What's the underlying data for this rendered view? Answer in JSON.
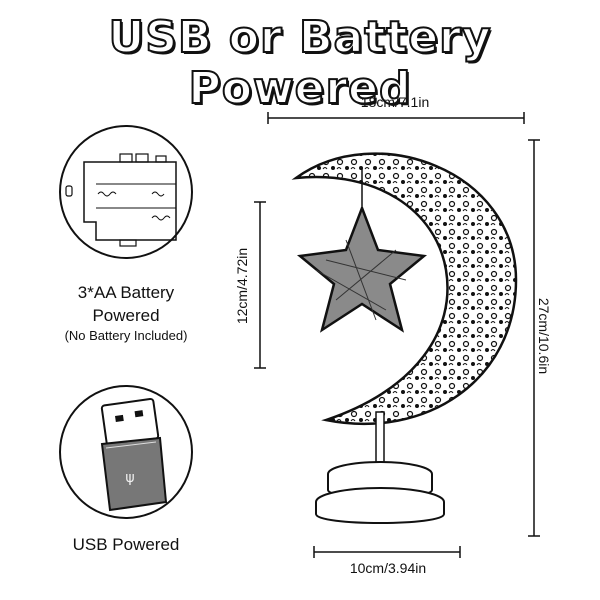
{
  "header": {
    "title": "USB or Battery Powered"
  },
  "dimensions": {
    "width_top": "18cm/7.1in",
    "height_total": "27cm/10.6in",
    "height_star": "12cm/4.72in",
    "width_base": "10cm/3.94in"
  },
  "battery": {
    "line1": "3*AA Battery",
    "line2": "Powered",
    "note": "(No Battery Included)"
  },
  "usb": {
    "label": "USB Powered"
  },
  "icons": [
    "battery-box-icon",
    "usb-plug-icon",
    "moon-lamp-icon",
    "star-icon"
  ]
}
